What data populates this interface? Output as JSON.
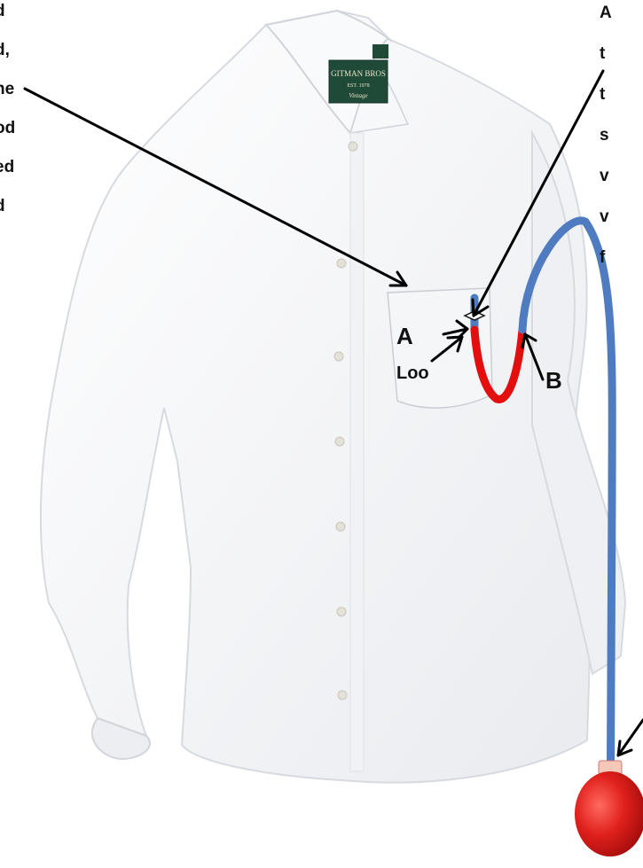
{
  "left_note": {
    "lines": [
      "d",
      "d,",
      "he",
      "od",
      "ed",
      "d"
    ]
  },
  "right_note": {
    "lines": [
      "A",
      "t",
      "t",
      "s",
      "v",
      "v",
      "f"
    ]
  },
  "labels": {
    "a": "A",
    "b": "B",
    "loop": "Loo"
  },
  "shirt_label": {
    "brand": "GITMAN BROS",
    "tagline": "EST. 1978",
    "sub": "Vintage"
  },
  "colors": {
    "tube_blue": "#4f7cc0",
    "tube_red": "#e30f0f",
    "bulb_red": "#d81c1c",
    "arrow": "#000000",
    "shirt": "#f4f5f7"
  }
}
